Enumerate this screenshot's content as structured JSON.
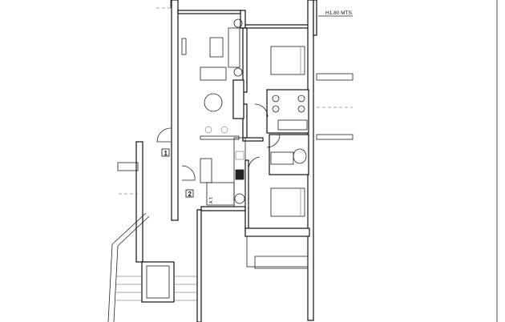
{
  "plan": {
    "height_note": "H1.80 MTS.",
    "entrance_1": "1",
    "entrance_2": "2",
    "kitchen_label": "A.T."
  }
}
